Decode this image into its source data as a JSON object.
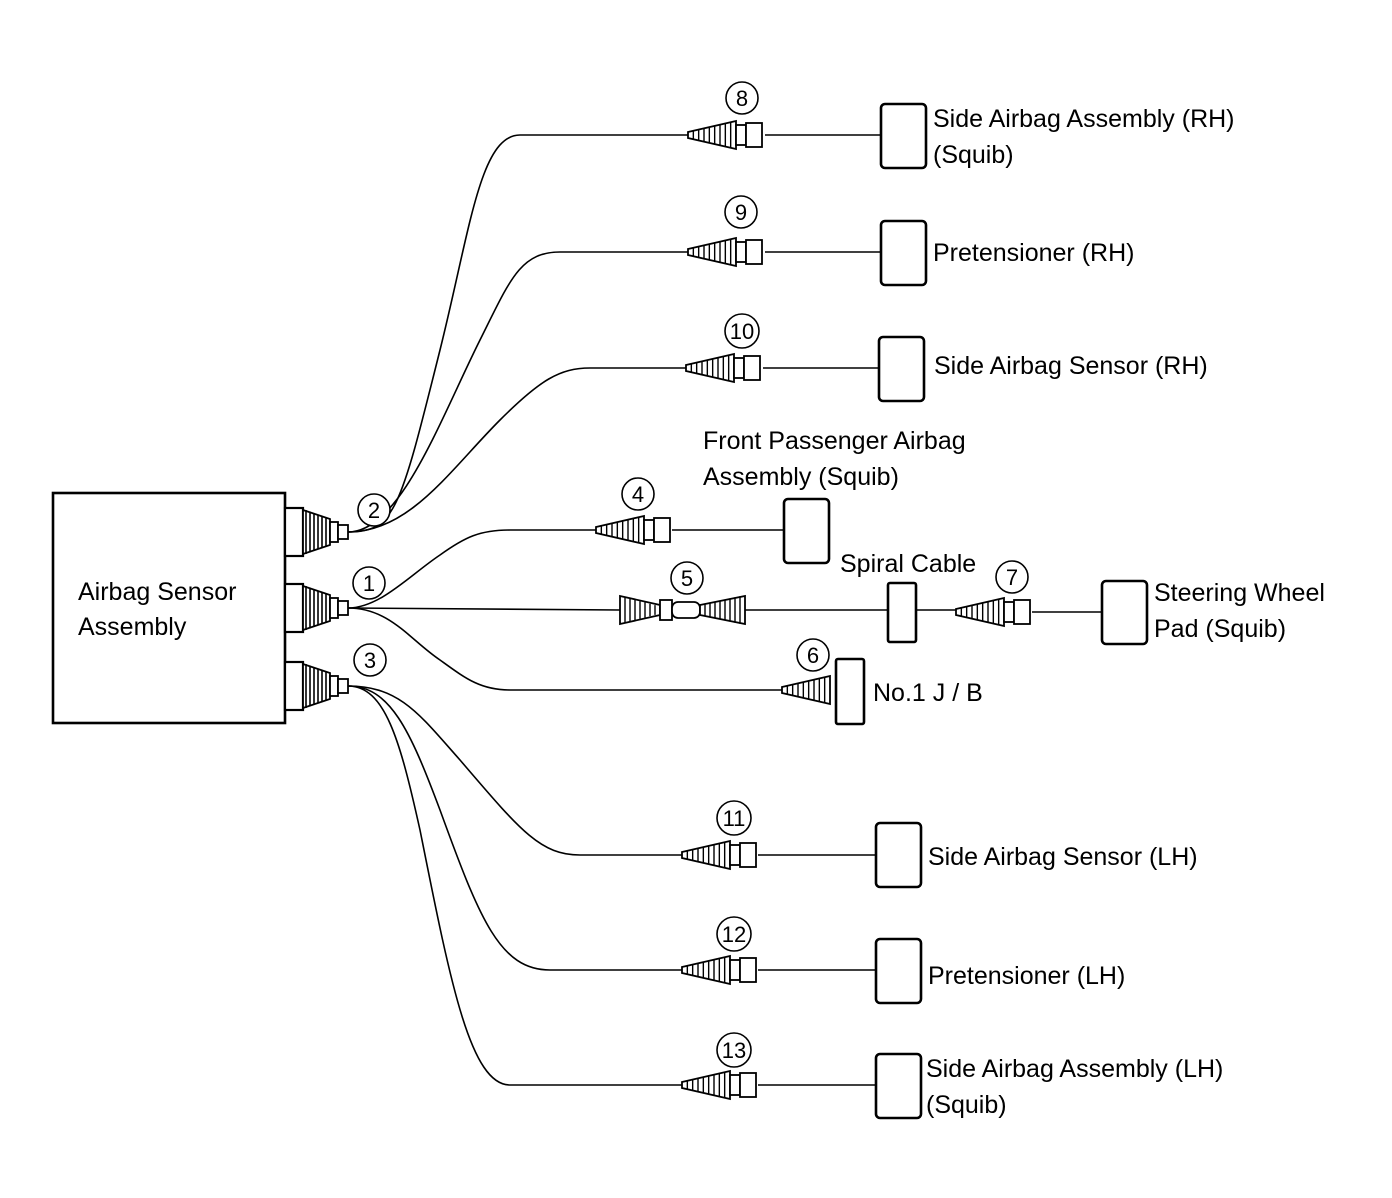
{
  "sensor": {
    "label_line1": "Airbag Sensor",
    "label_line2": "Assembly"
  },
  "connectors": {
    "c1": "1",
    "c2": "2",
    "c3": "3",
    "c4": "4",
    "c5": "5",
    "c6": "6",
    "c7": "7",
    "c8": "8",
    "c9": "9",
    "c10": "10",
    "c11": "11",
    "c12": "12",
    "c13": "13"
  },
  "components": {
    "side_airbag_rh": {
      "line1": "Side Airbag Assembly (RH)",
      "line2": "(Squib)"
    },
    "pretensioner_rh": {
      "line1": "Pretensioner (RH)"
    },
    "side_sensor_rh": {
      "line1": "Side Airbag Sensor (RH)"
    },
    "front_passenger": {
      "line1": "Front Passenger Airbag",
      "line2": "Assembly (Squib)"
    },
    "spiral_cable": {
      "line1": "Spiral Cable"
    },
    "steering_wheel": {
      "line1": "Steering Wheel",
      "line2": "Pad (Squib)"
    },
    "jb": {
      "line1": "No.1 J / B"
    },
    "side_sensor_lh": {
      "line1": "Side Airbag Sensor (LH)"
    },
    "pretensioner_lh": {
      "line1": "Pretensioner (LH)"
    },
    "side_airbag_lh": {
      "line1": "Side Airbag Assembly (LH)",
      "line2": "(Squib)"
    }
  }
}
